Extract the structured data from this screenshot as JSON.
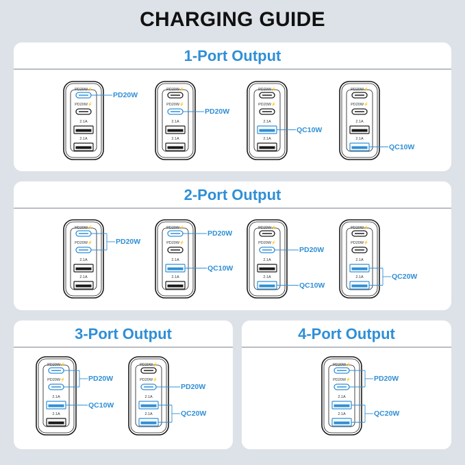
{
  "title": "CHARGING GUIDE",
  "colors": {
    "accent": "#2f8fd6",
    "background": "#dde2e8",
    "panel": "#ffffff",
    "outline": "#1a1a1a"
  },
  "port_labels": {
    "typec": "PD20W",
    "usba": "2.1A"
  },
  "sections": [
    {
      "heading": "1-Port Output",
      "chargers": [
        {
          "active": [
            "c1"
          ],
          "labels": [
            "PD20W"
          ]
        },
        {
          "active": [
            "c2"
          ],
          "labels": [
            "PD20W"
          ]
        },
        {
          "active": [
            "a1"
          ],
          "labels": [
            "QC10W"
          ]
        },
        {
          "active": [
            "a2"
          ],
          "labels": [
            "QC10W"
          ]
        }
      ]
    },
    {
      "heading": "2-Port Output",
      "chargers": [
        {
          "active": [
            "c1",
            "c2"
          ],
          "labels": [
            "PD20W"
          ]
        },
        {
          "active": [
            "c1",
            "a1"
          ],
          "labels": [
            "PD20W",
            "QC10W"
          ]
        },
        {
          "active": [
            "c2",
            "a2"
          ],
          "labels": [
            "PD20W",
            "QC10W"
          ]
        },
        {
          "active": [
            "a1",
            "a2"
          ],
          "labels": [
            "QC20W"
          ]
        }
      ]
    },
    {
      "heading": "3-Port Output",
      "chargers": [
        {
          "active": [
            "c1",
            "c2",
            "a1"
          ],
          "labels": [
            "PD20W",
            "QC10W"
          ]
        },
        {
          "active": [
            "c2",
            "a1",
            "a2"
          ],
          "labels": [
            "PD20W",
            "QC20W"
          ]
        }
      ]
    },
    {
      "heading": "4-Port Output",
      "chargers": [
        {
          "active": [
            "c1",
            "c2",
            "a1",
            "a2"
          ],
          "labels": [
            "PD20W",
            "QC20W"
          ]
        }
      ]
    }
  ]
}
